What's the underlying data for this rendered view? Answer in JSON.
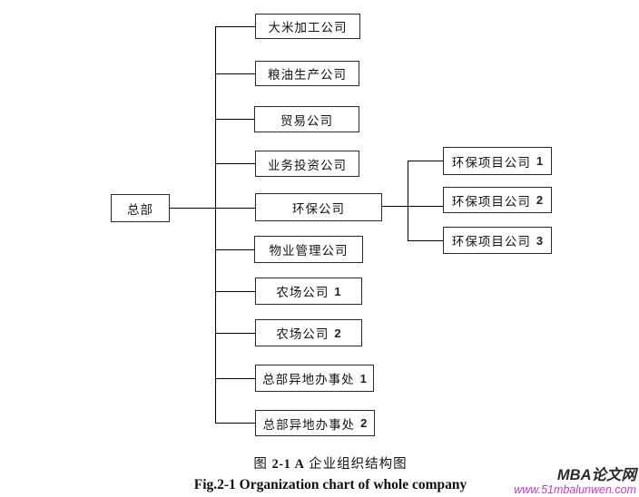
{
  "chart": {
    "type": "org-chart",
    "root": {
      "label": "总部"
    },
    "children": [
      {
        "label": "大米加工公司",
        "num": ""
      },
      {
        "label": "粮油生产公司",
        "num": ""
      },
      {
        "label": "贸易公司",
        "num": ""
      },
      {
        "label": "业务投资公司",
        "num": ""
      },
      {
        "label": "环保公司",
        "num": ""
      },
      {
        "label": "物业管理公司",
        "num": ""
      },
      {
        "label": "农场公司",
        "num": "1"
      },
      {
        "label": "农场公司",
        "num": "2"
      },
      {
        "label": "总部异地办事处",
        "num": "1"
      },
      {
        "label": "总部异地办事处",
        "num": "2"
      }
    ],
    "env_subsidiaries": [
      {
        "label": "环保项目公司",
        "num": "1"
      },
      {
        "label": "环保项目公司",
        "num": "2"
      },
      {
        "label": "环保项目公司",
        "num": "3"
      }
    ]
  },
  "caption": {
    "zh_prefix": "图",
    "zh_number": "2-1 A",
    "zh_text": "企业组织结构图",
    "en": "Fig.2-1 Organization chart of whole company"
  },
  "watermark": {
    "site_name": "MBA论文网",
    "site_url": "www.51mbalunwen.com",
    "url_color": "#c53ac8"
  },
  "colors": {
    "background": "#ffffff",
    "box_border": "#2b2b2b",
    "line": "#000000",
    "text": "#141414"
  }
}
